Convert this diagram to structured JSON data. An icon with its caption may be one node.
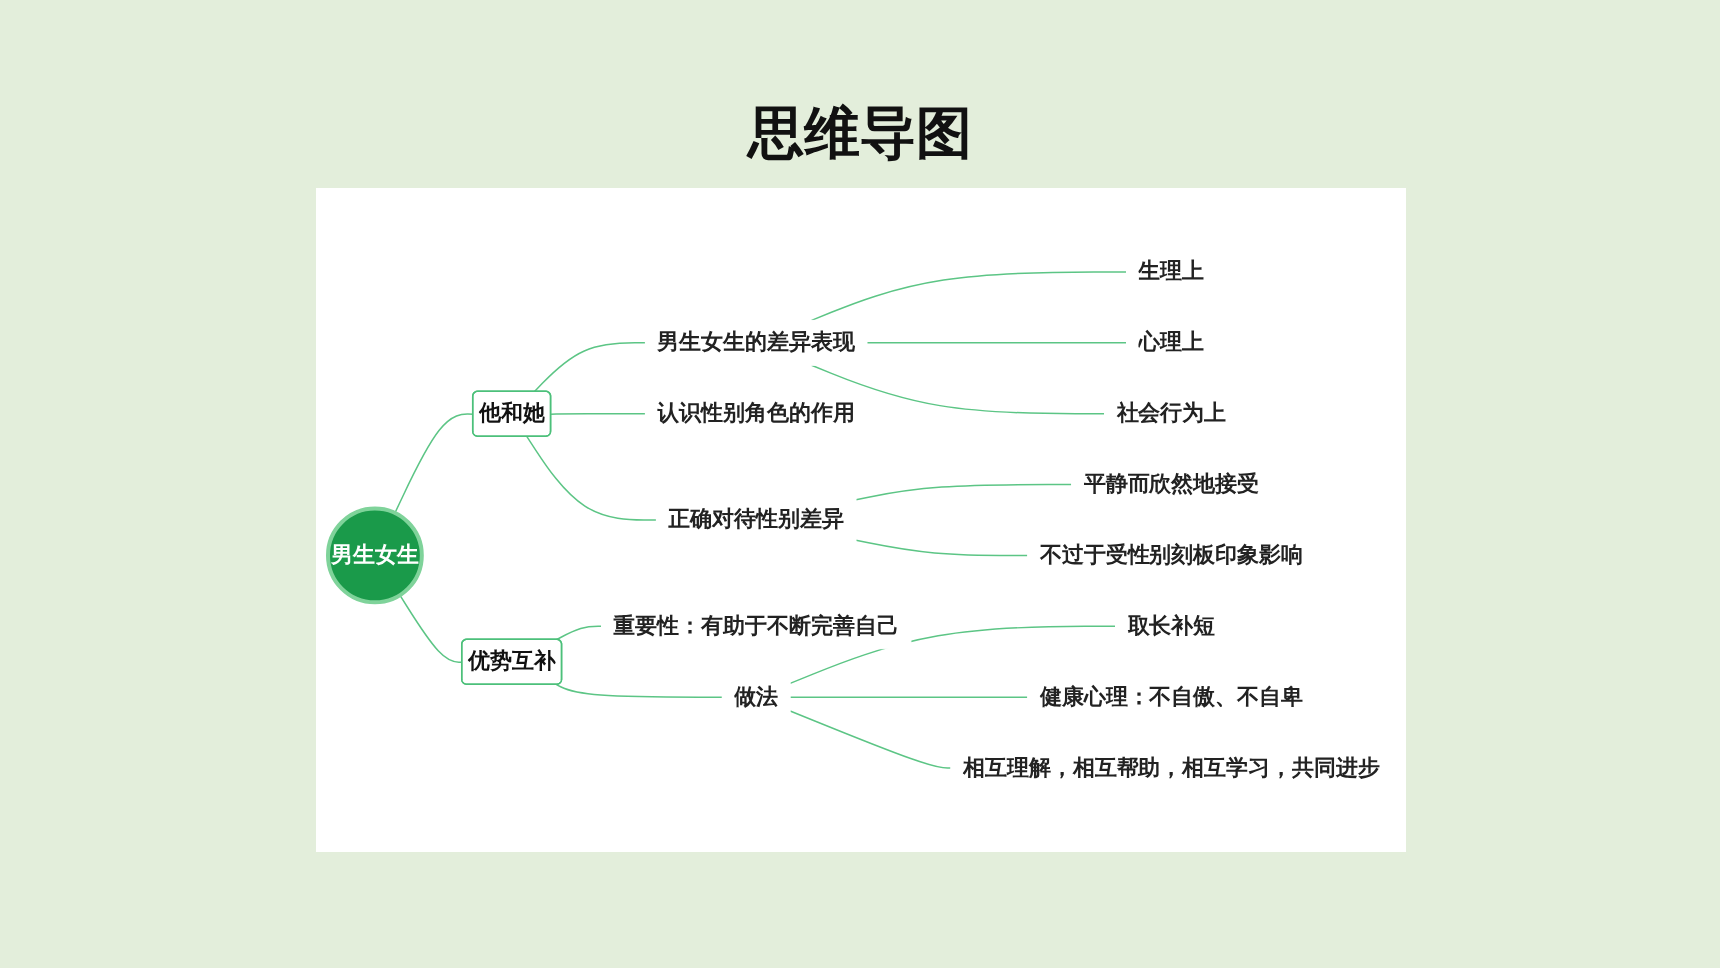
{
  "diagram": {
    "title": "思维导图",
    "nodes": [
      {
        "text": [
          "男生女生"
        ]
      },
      {
        "text": [
          "他和她"
        ]
      },
      {
        "text": [
          "男生女生的差异表现"
        ]
      },
      {
        "text": [
          "生理上"
        ]
      },
      {
        "text": [
          "心理上"
        ]
      },
      {
        "text": [
          "社会行为上"
        ]
      },
      {
        "text": [
          "认识性别角色的作用"
        ]
      },
      {
        "text": [
          "正确对待性别差异"
        ]
      },
      {
        "text": [
          "平静而欣然地接受"
        ]
      },
      {
        "text": [
          "不过于受性别刻板印象影响"
        ]
      },
      {
        "text": [
          "优势互补"
        ]
      },
      {
        "text": [
          "重要性：有助于不断完善自己"
        ]
      },
      {
        "text": [
          "做法"
        ]
      },
      {
        "text": [
          "取长补短"
        ]
      },
      {
        "text": [
          "健康心理：不自傲、不自卑"
        ]
      },
      {
        "text": [
          "相互理解，相互帮助，相互学习，共同进步"
        ]
      }
    ],
    "edges": [
      {
        "from": 0,
        "to": 1,
        "arrow": "none"
      },
      {
        "from": 1,
        "to": 2,
        "arrow": "none"
      },
      {
        "from": 2,
        "to": 3,
        "arrow": "none"
      },
      {
        "from": 2,
        "to": 4,
        "arrow": "none"
      },
      {
        "from": 2,
        "to": 5,
        "arrow": "none"
      },
      {
        "from": 1,
        "to": 6,
        "arrow": "none"
      },
      {
        "from": 1,
        "to": 7,
        "arrow": "none"
      },
      {
        "from": 7,
        "to": 8,
        "arrow": "none"
      },
      {
        "from": 7,
        "to": 9,
        "arrow": "none"
      },
      {
        "from": 0,
        "to": 10,
        "arrow": "none"
      },
      {
        "from": 10,
        "to": 11,
        "arrow": "none"
      },
      {
        "from": 10,
        "to": 12,
        "arrow": "none"
      },
      {
        "from": 12,
        "to": 13,
        "arrow": "none"
      },
      {
        "from": 12,
        "to": 14,
        "arrow": "none"
      },
      {
        "from": 12,
        "to": 15,
        "arrow": "none"
      }
    ]
  }
}
